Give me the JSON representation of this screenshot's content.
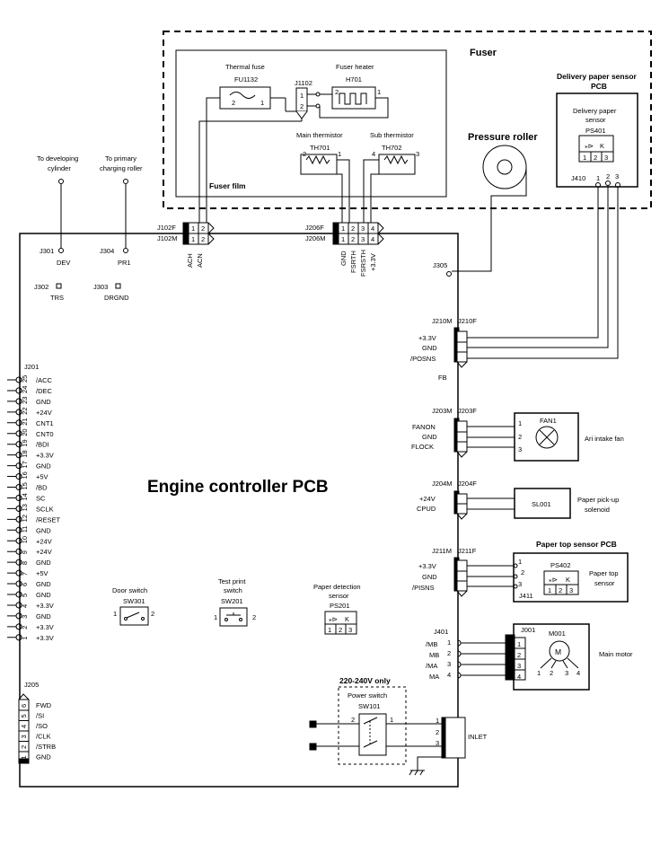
{
  "fuser": {
    "title": "Fuser",
    "film_label": "Fuser film",
    "thermal_fuse": "Thermal fuse",
    "fu_id": "FU1132",
    "heater": "Fuser heater",
    "heater_id": "H701",
    "j1102": "J1102",
    "main_thermistor": "Main thermistor",
    "th701": "TH701",
    "sub_thermistor": "Sub thermistor",
    "th702": "TH702",
    "pressure_roller": "Pressure roller"
  },
  "delivery": {
    "pcb_title_1": "Delivery paper sensor",
    "pcb_title_2": "PCB",
    "sensor_1": "Delivery paper",
    "sensor_2": "sensor",
    "ps_id": "PS401",
    "j410": "J410"
  },
  "left_top": {
    "dev_cyl_1": "To developing",
    "dev_cyl_2": "cylinder",
    "charge_1": "To primary",
    "charge_2": "charging roller",
    "j301": "J301",
    "dev": "DEV",
    "j304": "J304",
    "pr1": "PR1",
    "j302": "J302",
    "trs": "TRS",
    "j303": "J303",
    "drgnd": "DRGND"
  },
  "connectors": {
    "j102f": "J102F",
    "j102m": "J102M",
    "ach": "ACH",
    "acn": "ACN",
    "j206f": "J206F",
    "j206m": "J206M",
    "j206_signals": [
      "GND",
      "FSRTH",
      "FSRSTH",
      "+3.3V"
    ],
    "j305": "J305",
    "j210m": "J210M",
    "j210f": "J210F",
    "j210_signals": [
      "+3.3V",
      "GND",
      "/POSNS"
    ],
    "fb": "FB",
    "j203m": "J203M",
    "j203f": "J203F",
    "j203_signals": [
      "FANON",
      "GND",
      "FLOCK"
    ],
    "j204m": "J204M",
    "j204f": "J204F",
    "j204_signals": [
      "+24V",
      "CPUD"
    ],
    "j211m": "J211M",
    "j211f": "J211F",
    "j211_signals": [
      "+3.3V",
      "GND",
      "/PISNS"
    ],
    "j401": "J401",
    "j401_signals": [
      "/MB",
      "MB",
      "/MA",
      "MA"
    ]
  },
  "devices": {
    "fan_id": "FAN1",
    "fan_label": "Ari intake fan",
    "sl_id": "SL001",
    "sl_label_1": "Paper pick-up",
    "sl_label_2": "solenoid",
    "top_pcb_title": "Paper top sensor PCB",
    "ps402": "PS402",
    "top_label_1": "Paper top",
    "top_label_2": "sensor",
    "j411": "J411",
    "j001": "J001",
    "motor_id": "M001",
    "motor_symbol": "M",
    "motor_label": "Main motor"
  },
  "board": {
    "title": "Engine controller PCB",
    "j201": "J201",
    "j201_signals": [
      "/ACC",
      "/DEC",
      "GND",
      "+24V",
      "CNT1",
      "CNT0",
      "/BDI",
      "+3.3V",
      "GND",
      "+5V",
      "/BD",
      "SC",
      "SCLK",
      "/RESET",
      "GND",
      "+24V",
      "+24V",
      "GND",
      "+5V",
      "GND",
      "GND",
      "+3.3V",
      "GND",
      "+3.3V",
      "+3.3V"
    ],
    "j205": "J205",
    "j205_signals": [
      "FWD",
      "/SI",
      "/SO",
      "/CLK",
      "/STRB",
      "GND"
    ],
    "door_switch": "Door switch",
    "sw301": "SW301",
    "test_print_1": "Test print",
    "test_print_2": "switch",
    "sw201": "SW201",
    "paper_det_1": "Paper detection",
    "paper_det_2": "sensor",
    "ps201": "PS201",
    "only_220": "220-240V only",
    "power_switch": "Power switch",
    "sw101": "SW101",
    "inlet": "INLET"
  },
  "colors": {
    "line": "#000000",
    "background": "#ffffff"
  }
}
